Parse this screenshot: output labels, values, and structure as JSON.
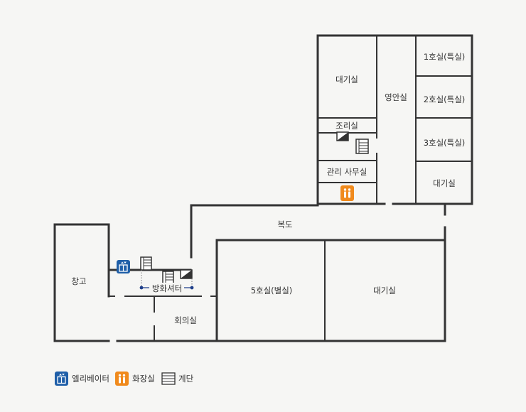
{
  "rooms": {
    "waiting_top": "대기실",
    "mortuary": "영안실",
    "room1": "1호실(특실)",
    "room2": "2호실(특실)",
    "room3": "3호실(특실)",
    "waiting_right": "대기실",
    "kitchen": "조리실",
    "office": "관리 사무실",
    "corridor": "복도",
    "storage": "창고",
    "fire_shutter": "방화셔터",
    "meeting": "회의실",
    "room5": "5호실(별실)",
    "waiting_bottom": "대기실"
  },
  "legend": {
    "elevator": "엘리베이터",
    "restroom": "화장실",
    "stairs": "계단"
  },
  "colors": {
    "elevator": "#1f5fa8",
    "restroom": "#f08a1c",
    "wall": "#333333",
    "background": "#f6f6f4"
  }
}
